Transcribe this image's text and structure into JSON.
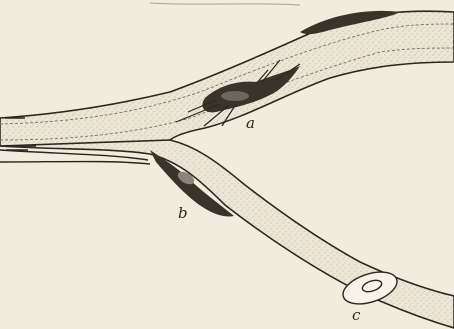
{
  "figure": {
    "labels": {
      "a": "a",
      "b": "b",
      "c": "c"
    },
    "colors": {
      "paper": "#f1ecde",
      "ink": "#2b2620",
      "sheath": "#e4ddca",
      "pigment": "#3a332a"
    }
  }
}
